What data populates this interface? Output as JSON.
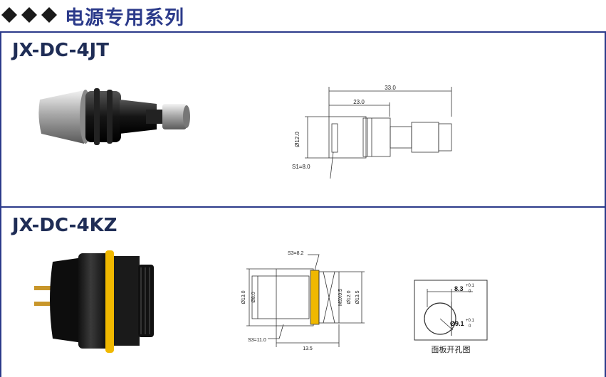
{
  "header": {
    "title": "电源专用系列",
    "arrow_icon": "triangle-arrow-icon"
  },
  "products": [
    {
      "model": "JX-DC-4JT",
      "dims": {
        "overall": "33.0",
        "body": "23.0",
        "diameter": "Ø12.0",
        "wrench": "S1=8.0"
      }
    },
    {
      "model": "JX-DC-4KZ",
      "dims": {
        "s3_top": "S3=8.2",
        "dia13": "Ø13.0",
        "dia8": "Ø8.0",
        "thread": "M9X0.5",
        "dia12": "Ø12.0",
        "dia135": "Ø13.5",
        "s3_bottom": "S3=11.0",
        "length": "13.5"
      },
      "panel_cutout": {
        "flat": "8.3",
        "flat_tol_upper": "+0.1",
        "flat_tol_lower": "0",
        "dia": "Ø9.1",
        "dia_tol_upper": "+0.1",
        "dia_tol_lower": "0",
        "caption": "面板开孔图"
      }
    }
  ],
  "colors": {
    "brand": "#2b3a8a",
    "ring": "#f0b800"
  }
}
